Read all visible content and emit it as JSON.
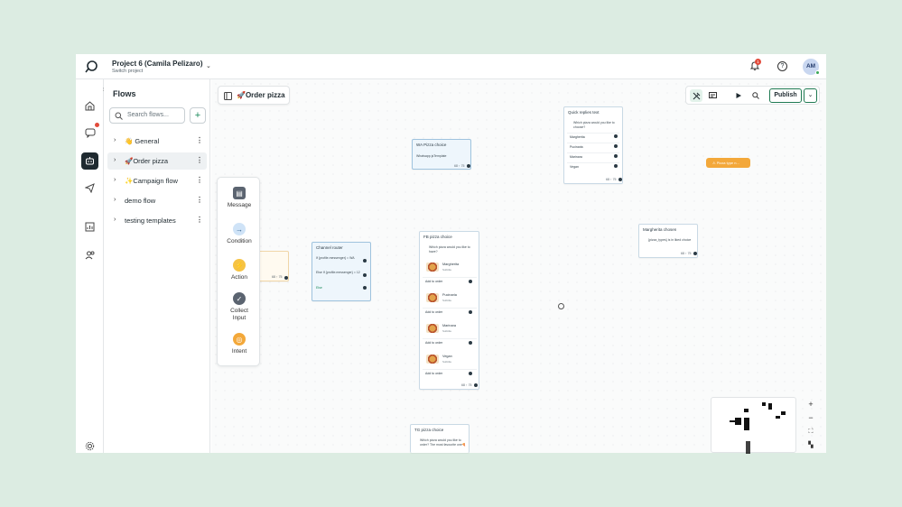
{
  "header": {
    "project_title": "Project 6 (Camila Pelizaro)",
    "project_subtitle": "Switch project",
    "notifications_count": "1",
    "avatar_initials": "AM"
  },
  "sidebar": {
    "title": "Flows",
    "search_placeholder": "Search flows...",
    "add_label": "+",
    "items": [
      {
        "label": "👋 General",
        "active": false
      },
      {
        "label": "🚀Order pizza",
        "active": true
      },
      {
        "label": "✨Campaign flow",
        "active": false
      },
      {
        "label": "demo flow",
        "active": false
      },
      {
        "label": "testing templates",
        "active": false
      }
    ]
  },
  "canvas": {
    "tab_title": "🚀Order pizza",
    "publish_label": "Publish"
  },
  "palette": {
    "items": [
      {
        "label": "Message",
        "icon": "message-icon",
        "color": "#5b6470"
      },
      {
        "label": "Condition",
        "icon": "arrow-right-icon",
        "color": "#cfe3f7"
      },
      {
        "label": "Action",
        "icon": "bolt-icon",
        "color": "#f6c343"
      },
      {
        "label": "Collect\nInput",
        "icon": "check-icon",
        "color": "#5b6470"
      },
      {
        "label": "Intent",
        "icon": "target-icon",
        "color": "#f3a83a"
      }
    ]
  },
  "nodes": {
    "wa_choice": {
      "title": "WA Pizza choice",
      "body": "Whatsapp.jsTemplate",
      "foot": "68 ↑ 75"
    },
    "channel_router": {
      "title": "Channel router",
      "rows": [
        "If {profile.messenger} = WA",
        "Else If {profile.messenger} = 12",
        "Else"
      ]
    },
    "quick_replies": {
      "title": "Quick replies text",
      "question": "Which pizza would you like to choose?",
      "options": [
        "Margherita",
        "Pucinaria",
        "Marinara",
        "Vegan"
      ],
      "foot": "68 ↑ 75"
    },
    "fb_choice": {
      "title": "FB pizza choice",
      "question": "Which pizza would you like to have?",
      "pizzas": [
        {
          "name": "Margherita",
          "sub": "Subtitle",
          "action": "Add to order"
        },
        {
          "name": "Pucinaria",
          "sub": "Subtitle",
          "action": "Add to order"
        },
        {
          "name": "Marinara",
          "sub": "Subtitle",
          "action": "Add to order"
        },
        {
          "name": "Vegan",
          "sub": "Subtitle",
          "action": "Add to order"
        }
      ],
      "foot": "68 ↑ 75"
    },
    "margherita_chosen": {
      "title": "Margherita chosen",
      "body": "{pizza_types} is in liked choice",
      "foot": "68 ↑ 75"
    },
    "tg_choice": {
      "title": "TG pizza choice",
      "body": "Which pizza would you like to order? The most favourite one🍕"
    },
    "orange": {
      "label": "⚠ Pizza type n..."
    },
    "partial_foot": "68 ↑ 75"
  }
}
